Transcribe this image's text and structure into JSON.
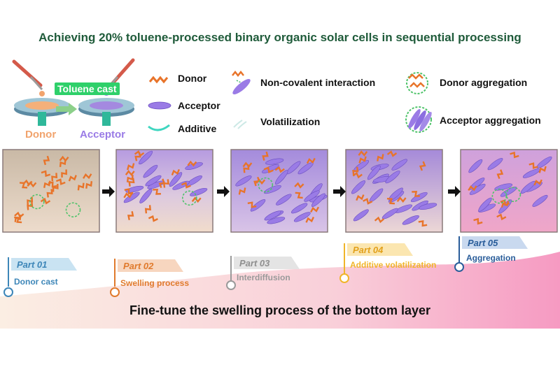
{
  "title": "Achieving 20% toluene-processed binary organic solar cells in sequential processing",
  "cast_label": "Toluene cast",
  "spin_labels": {
    "donor": "Donor",
    "acceptor": "Acceptor"
  },
  "legend": {
    "donor": "Donor",
    "acceptor": "Acceptor",
    "additive": "Additive",
    "noncovalent": "Non-covalent interaction",
    "volatilization": "Volatilization",
    "donor_aggregation": "Donor aggregation",
    "acceptor_aggregation": "Acceptor aggregation"
  },
  "parts": [
    {
      "tag": "Part 01",
      "desc": "Donor cast"
    },
    {
      "tag": "Part 02",
      "desc": "Swelling process"
    },
    {
      "tag": "Part 03",
      "desc": "Interdiffusion"
    },
    {
      "tag": "Part 04",
      "desc": "Additive volatilization"
    },
    {
      "tag": "Part 05",
      "desc": "Aggregation"
    }
  ],
  "footer": "Fine-tune the swelling process of the bottom layer",
  "colors": {
    "donor": "#e8742a",
    "acceptor": "#9a7be6",
    "additive": "#3fd6c0",
    "title": "#1f5b3a",
    "part_colors": [
      "#3d86b8",
      "#e07a2c",
      "#9a9a9a",
      "#f0b52a",
      "#2a5d9a"
    ]
  }
}
